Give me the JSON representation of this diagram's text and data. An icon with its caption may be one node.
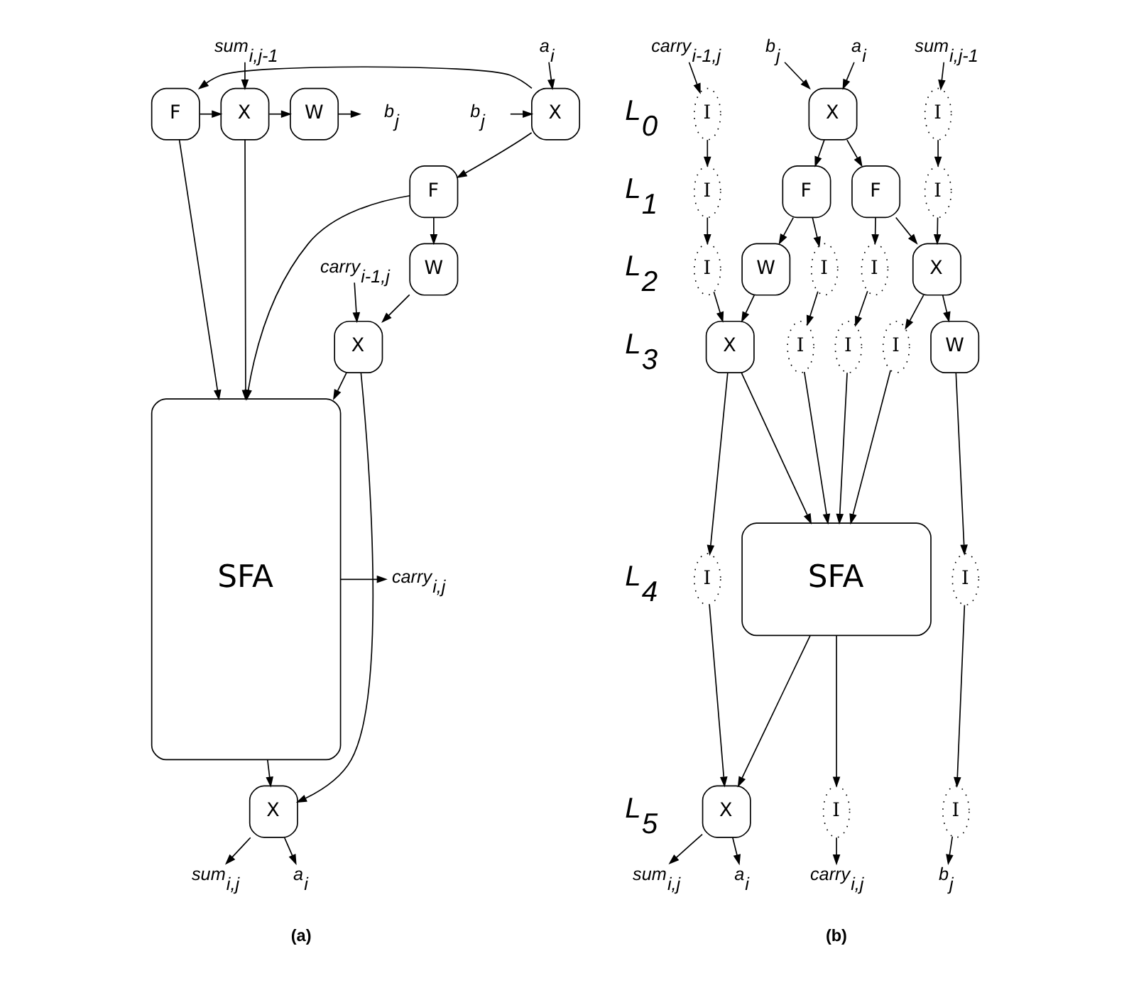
{
  "diagram": {
    "nodes": [
      {
        "text": [
          "sum$_{i,j-1}$"
        ]
      },
      {
        "text": [
          "a$_{i}$"
        ]
      },
      {
        "text": [
          "b$_{j}$"
        ]
      },
      {
        "text": [
          "W"
        ]
      },
      {
        "text": [
          "X"
        ]
      },
      {
        "text": [
          "F"
        ]
      },
      {
        "text": [
          "X"
        ]
      },
      {
        "text": [
          "b$_{j}$"
        ]
      },
      {
        "text": [
          "SFA"
        ]
      },
      {
        "text": [
          "F"
        ]
      },
      {
        "text": [
          "W"
        ]
      },
      {
        "text": [
          "carry$_{i,j}$"
        ]
      },
      {
        "text": [
          "X"
        ]
      },
      {
        "text": [
          "carry$_{i-1,j}$"
        ]
      },
      {
        "text": [
          "X"
        ]
      },
      {
        "text": [
          "sum$_{i,j}$"
        ]
      },
      {
        "text": [
          "a$_{i}$"
        ]
      },
      {
        "text": [
          "sum$_{i,j-1}$"
        ]
      },
      {
        "text": [
          "a$_{i}$"
        ]
      },
      {
        "text": [
          "b$_{j}$"
        ]
      },
      {
        "text": [
          "carry$_{i-1,j}$"
        ]
      },
      {
        "text": [
          "I"
        ]
      },
      {
        "text": [
          "X"
        ]
      },
      {
        "text": [
          "I"
        ]
      },
      {
        "text": [
          "I"
        ]
      },
      {
        "text": [
          "F"
        ]
      },
      {
        "text": [
          "F"
        ]
      },
      {
        "text": [
          "I"
        ]
      },
      {
        "text": [
          "X"
        ]
      },
      {
        "text": [
          "I"
        ]
      },
      {
        "text": [
          "I"
        ]
      },
      {
        "text": [
          "W"
        ]
      },
      {
        "text": [
          "I"
        ]
      },
      {
        "text": [
          "W"
        ]
      },
      {
        "text": [
          "I"
        ]
      },
      {
        "text": [
          "I"
        ]
      },
      {
        "text": [
          "I"
        ]
      },
      {
        "text": [
          "X"
        ]
      },
      {
        "text": [
          "I"
        ]
      },
      {
        "text": [
          "SFA"
        ]
      },
      {
        "text": [
          "I"
        ]
      },
      {
        "text": [
          "I"
        ]
      },
      {
        "text": [
          "I"
        ]
      },
      {
        "text": [
          "X"
        ]
      },
      {
        "text": [
          "b$_{j}$"
        ]
      },
      {
        "text": [
          "carry$_{i,j}$"
        ]
      },
      {
        "text": [
          "a$_{i}$"
        ]
      },
      {
        "text": [
          "sum$_{i,j}$"
        ]
      }
    ],
    "edges": [
      {
        "from": 0,
        "to": 4,
        "arrow": "to"
      },
      {
        "from": 1,
        "to": 6,
        "arrow": "to"
      },
      {
        "from": 7,
        "to": 6,
        "arrow": "to"
      },
      {
        "from": 6,
        "to": 5,
        "arrow": "to"
      },
      {
        "from": 5,
        "to": 4,
        "arrow": "to"
      },
      {
        "from": 4,
        "to": 3,
        "arrow": "to"
      },
      {
        "from": 3,
        "to": 2,
        "arrow": "to"
      },
      {
        "from": 4,
        "to": 8,
        "arrow": "to"
      },
      {
        "from": 5,
        "to": 8,
        "arrow": "to"
      },
      {
        "from": 6,
        "to": 9,
        "arrow": "to"
      },
      {
        "from": 9,
        "to": 8,
        "arrow": "to"
      },
      {
        "from": 9,
        "to": 10,
        "arrow": "to"
      },
      {
        "from": 10,
        "to": 12,
        "arrow": "to"
      },
      {
        "from": 13,
        "to": 12,
        "arrow": "to"
      },
      {
        "from": 12,
        "to": 8,
        "arrow": "to"
      },
      {
        "from": 12,
        "to": 14,
        "arrow": "to"
      },
      {
        "from": 8,
        "to": 14,
        "arrow": "to"
      },
      {
        "from": 14,
        "to": 15,
        "arrow": "to"
      },
      {
        "from": 14,
        "to": 16,
        "arrow": "to"
      },
      {
        "from": 8,
        "to": 11,
        "arrow": "to"
      },
      {
        "from": 17,
        "to": 21,
        "arrow": "to"
      },
      {
        "from": 18,
        "to": 22,
        "arrow": "to"
      },
      {
        "from": 19,
        "to": 22,
        "arrow": "to"
      },
      {
        "from": 20,
        "to": 23,
        "arrow": "to"
      },
      {
        "from": 21,
        "to": 24,
        "arrow": "to"
      },
      {
        "from": 22,
        "to": 25,
        "arrow": "to"
      },
      {
        "from": 22,
        "to": 26,
        "arrow": "to"
      },
      {
        "from": 23,
        "to": 27,
        "arrow": "to"
      },
      {
        "from": 24,
        "to": 28,
        "arrow": "to"
      },
      {
        "from": 25,
        "to": 28,
        "arrow": "to"
      },
      {
        "from": 25,
        "to": 29,
        "arrow": "to"
      },
      {
        "from": 26,
        "to": 30,
        "arrow": "to"
      },
      {
        "from": 26,
        "to": 31,
        "arrow": "to"
      },
      {
        "from": 27,
        "to": 32,
        "arrow": "to"
      },
      {
        "from": 28,
        "to": 33,
        "arrow": "to"
      },
      {
        "from": 28,
        "to": 34,
        "arrow": "to"
      },
      {
        "from": 29,
        "to": 35,
        "arrow": "to"
      },
      {
        "from": 30,
        "to": 36,
        "arrow": "to"
      },
      {
        "from": 31,
        "to": 37,
        "arrow": "to"
      },
      {
        "from": 32,
        "to": 37,
        "arrow": "to"
      },
      {
        "from": 33,
        "to": 38,
        "arrow": "to"
      },
      {
        "from": 34,
        "to": 39,
        "arrow": "to"
      },
      {
        "from": 35,
        "to": 39,
        "arrow": "to"
      },
      {
        "from": 36,
        "to": 39,
        "arrow": "to"
      },
      {
        "from": 37,
        "to": 39,
        "arrow": "to"
      },
      {
        "from": 37,
        "to": 40,
        "arrow": "to"
      },
      {
        "from": 38,
        "to": 41,
        "arrow": "to"
      },
      {
        "from": 39,
        "to": 42,
        "arrow": "to"
      },
      {
        "from": 39,
        "to": 43,
        "arrow": "to"
      },
      {
        "from": 40,
        "to": 43,
        "arrow": "to"
      },
      {
        "from": 41,
        "to": 44,
        "arrow": "to"
      },
      {
        "from": 42,
        "to": 45,
        "arrow": "to"
      },
      {
        "from": 43,
        "to": 46,
        "arrow": "to"
      },
      {
        "from": 43,
        "to": 47,
        "arrow": "to"
      }
    ],
    "labels": [
      "L$_{0}$",
      "L$_{1}$",
      "L$_{2}$",
      "L$_{3}$",
      "L$_{4}$",
      "L$_{5}$",
      "(a)",
      "(b)"
    ]
  }
}
